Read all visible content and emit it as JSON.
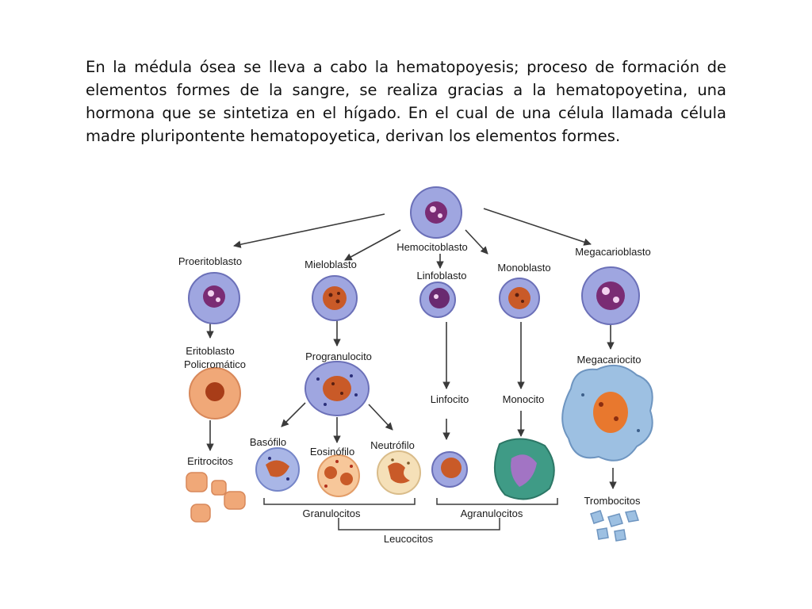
{
  "paragraph": "En la médula ósea se lleva a cabo la hematopoyesis; proceso de formación de elementos formes de la sangre, se realiza gracias a la hematopoyetina, una hormona que se sintetiza en el hígado. En el cual de una célula llamada célula madre pluripontente hematopoyetica, derivan los elementos formes.",
  "diagram": {
    "labels": {
      "hemocitoblasto": "Hemocitoblasto",
      "proeritoblasto": "Proeritoblasto",
      "mieloblasto": "Mieloblasto",
      "linfoblasto": "Linfoblasto",
      "monoblasto": "Monoblasto",
      "megacarioblasto": "Megacarioblasto",
      "eritoblasto_1": "Eritoblasto",
      "eritoblasto_2": "Policromático",
      "progranulocito": "Progranulocito",
      "linfocito": "Linfocito",
      "monocito": "Monocito",
      "megacariocito": "Megacariocito",
      "eritrocitos": "Eritrocitos",
      "basofilo": "Basófilo",
      "eosinofilo": "Eosinófilo",
      "neutrofilo": "Neutrófilo",
      "trombocitos": "Trombocitos",
      "granulocitos": "Granulocitos",
      "agranulocitos": "Agranulocitos",
      "leucocitos": "Leucocitos"
    },
    "colors": {
      "cell_blue": "#9fa6e0",
      "cell_border": "#6b70b8",
      "nucleus_purple": "#7a2c74",
      "nucleus_orange": "#c95a28",
      "eritro_orange": "#f0a878",
      "megacario_blue": "#9dc0e2",
      "monocito_teal": "#3f9b86",
      "arrow": "#3a3a3a"
    }
  }
}
